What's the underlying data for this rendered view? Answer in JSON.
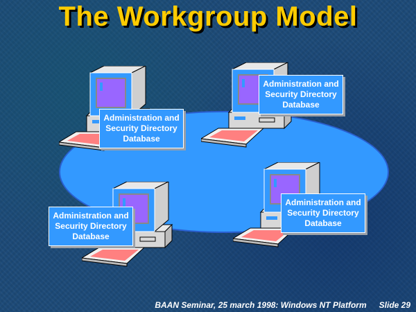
{
  "slide": {
    "title": "The Workgroup Model",
    "workstations": [
      {
        "label": "Administration and Security Directory Database"
      },
      {
        "label": "Administration and Security Directory Database"
      },
      {
        "label": "Administration and Security Directory Database"
      },
      {
        "label": "Administration and Security Directory Database"
      }
    ],
    "footer": {
      "seminar": "BAAN Seminar, 25 march 1998: Windows NT Platform",
      "slide_number": "Slide 29"
    }
  },
  "colors": {
    "title": "#ffcc00",
    "accent": "#3399ff",
    "screen": "#9966ff",
    "keys": "#ff8080"
  }
}
